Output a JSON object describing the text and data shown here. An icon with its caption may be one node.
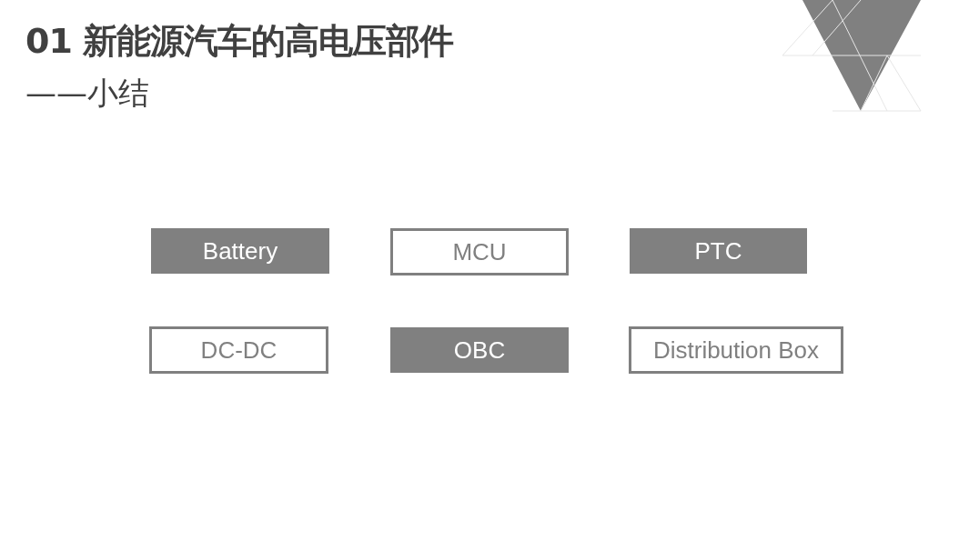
{
  "diagram": {
    "title": "01 新能源汽车的高电压部件",
    "nodes": [
      {
        "text": [
          "Battery"
        ]
      },
      {
        "text": [
          "MCU"
        ]
      },
      {
        "text": [
          "PTC"
        ]
      },
      {
        "text": [
          "DC-DC"
        ]
      },
      {
        "text": [
          "OBC"
        ]
      },
      {
        "text": [
          "Distribution Box"
        ]
      }
    ],
    "labels": [
      "——小结"
    ]
  }
}
